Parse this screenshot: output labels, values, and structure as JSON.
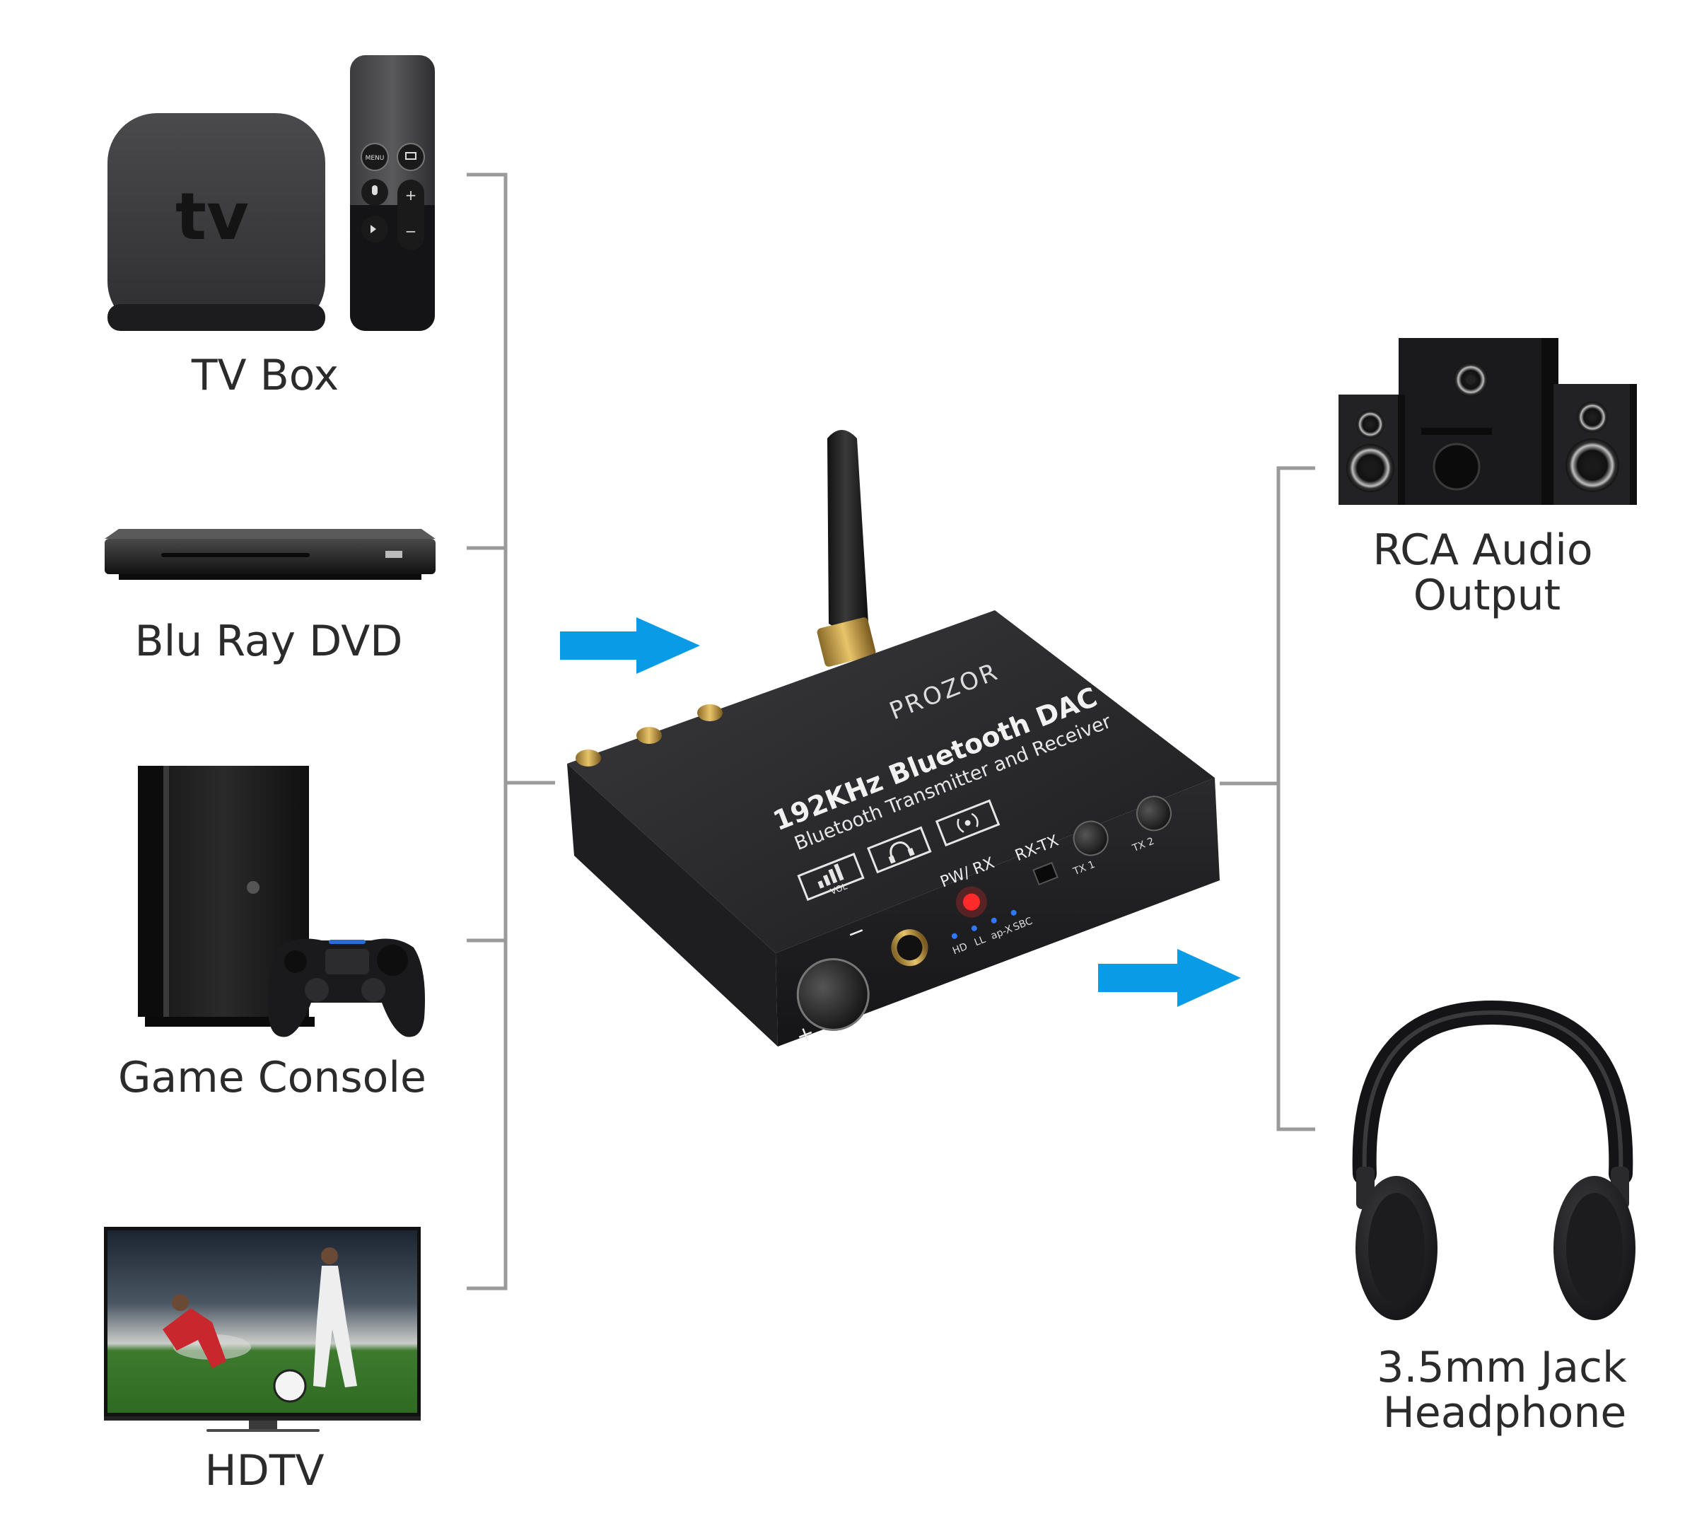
{
  "sources": {
    "tv_box": "TV Box",
    "bluray": "Blu Ray DVD",
    "console": "Game Console",
    "hdtv": "HDTV"
  },
  "outputs": {
    "rca_line1": "RCA Audio",
    "rca_line2": "Output",
    "jack_line1": "3.5mm Jack",
    "jack_line2": "Headphone"
  },
  "device": {
    "brand": "PROZOR",
    "model": "192KHz Bluetooth DAC",
    "subtitle": "Bluetooth Transmitter and Receiver",
    "pw_rx": "PW/ RX",
    "rx_tx": "RX-TX",
    "led_hd": "HD",
    "led_ll": "LL",
    "led_aptx": "ap-X",
    "led_sbc": "SBC",
    "tx1": "TX 1",
    "tx2": "TX 2",
    "vol": "VOL",
    "plus": "+",
    "minus": "−"
  },
  "devices_misc": {
    "tv_logo": "tv",
    "remote_menu": "MENU",
    "remote_plus": "+",
    "remote_minus": "−"
  },
  "colors": {
    "arrow": "#0a9be6",
    "connector": "#9a9a9a",
    "device_body": "#2a2a2c",
    "label": "#2b2b2b"
  }
}
